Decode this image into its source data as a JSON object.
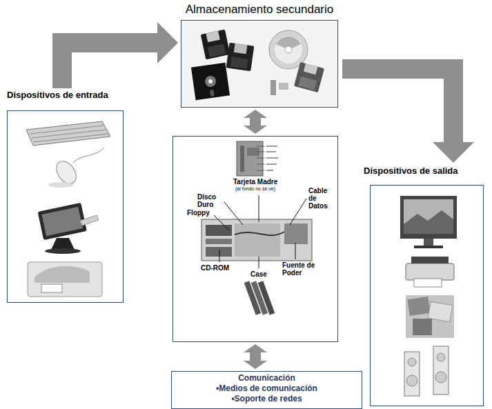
{
  "diagram": {
    "nodes": [
      {
        "text": [
          "Almacenamiento secundario"
        ]
      },
      {
        "text": [
          "Dispositivos de entrada"
        ]
      },
      {
        "text": [
          "Tarjeta Madre",
          "(al fondo no se ve)",
          "Disco Duro",
          "Floppy",
          "Cable de Datos",
          "CD-ROM",
          "Case",
          "Fuente de Poder"
        ]
      },
      {
        "text": [
          "Dispositivos de salida"
        ]
      },
      {
        "text": [
          "Comunicación",
          "•Medios de comunicación",
          "•Soporte de redes"
        ]
      }
    ],
    "edges": [
      {
        "from": 1,
        "to": 0,
        "arrow": "to"
      },
      {
        "from": 0,
        "to": 3,
        "arrow": "to"
      },
      {
        "from": 0,
        "to": 2,
        "arrow": "both"
      },
      {
        "from": 2,
        "to": 4,
        "arrow": "both"
      }
    ]
  }
}
